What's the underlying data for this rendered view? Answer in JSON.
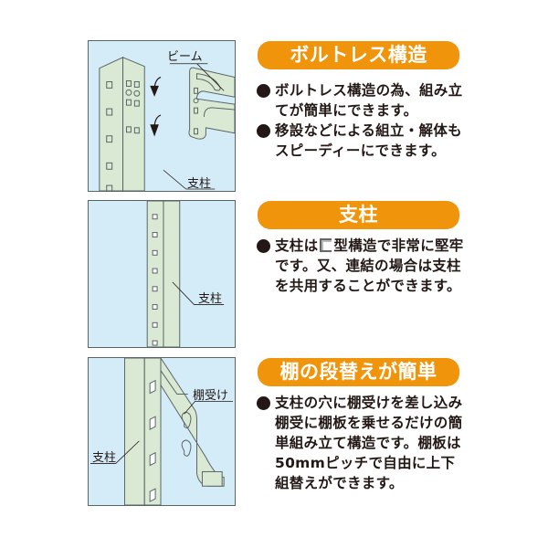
{
  "sections": [
    {
      "heading": "ボルトレス構造",
      "bullets": [
        "ボルトレス構造の為、組み立てが簡単にできます。",
        "移設などによる組立・解体もスピーディーにできます。"
      ],
      "illustration": {
        "labels": {
          "beam": "ビーム",
          "post": "支柱"
        }
      }
    },
    {
      "heading": "支柱",
      "bullets": [
        {
          "before": "支柱は",
          "symbol": "C-channel-icon",
          "after": "型構造で非常に堅牢です。又、連結の場合は支柱を共用することができます。"
        }
      ],
      "illustration": {
        "labels": {
          "post": "支柱"
        }
      }
    },
    {
      "heading": "棚の段替えが簡単",
      "bullets": [
        "支柱の穴に棚受けを差し込み棚受に棚板を乗せるだけの簡単組み立て構造です。棚板は50mmピッチで自由に上下組替えができます。"
      ],
      "illustration": {
        "labels": {
          "bracket": "棚受け",
          "post": "支柱"
        }
      }
    }
  ],
  "colors": {
    "heading_bg": "#f0940c",
    "panel_bg": "#d4ecf8",
    "part_fill": "#d9e9d3",
    "outline": "#5a6466",
    "text": "#231815"
  }
}
